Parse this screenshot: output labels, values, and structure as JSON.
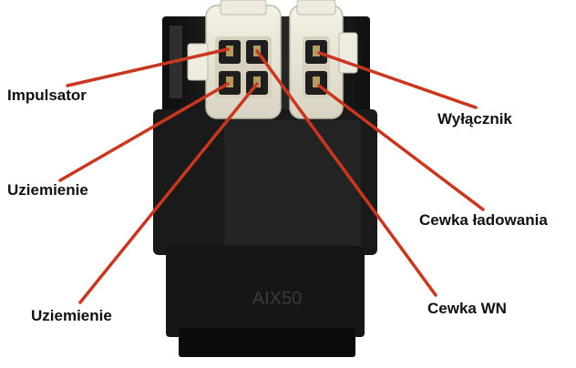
{
  "labels": {
    "impulsator": "Impulsator",
    "uziemienie_1": "Uziemienie",
    "uziemienie_2": "Uziemienie",
    "wylacznik": "Wyłącznik",
    "cewka_ladowania": "Cewka ładowania",
    "cewka_wn": "Cewka WN"
  },
  "module_marking": "AIX50",
  "colors": {
    "leader": "#c8371f",
    "body": "#1c1c1c",
    "connector": "#e8e4d6",
    "background": "#ffffff"
  }
}
